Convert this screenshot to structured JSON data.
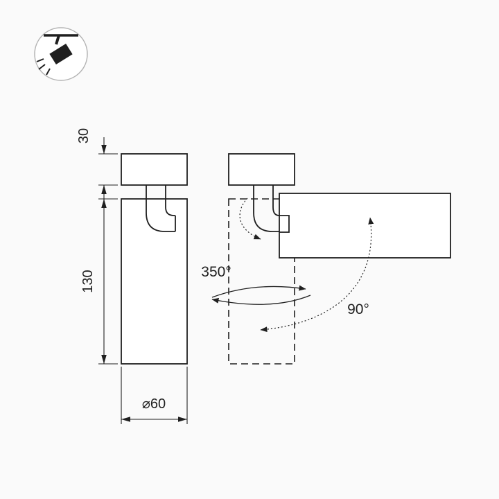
{
  "page": {
    "background": "#fafafa",
    "line_color": "#1f1f1f",
    "icon_circle_color": "#b3b3b3"
  },
  "badge": {
    "icon": "track-spotlight-icon"
  },
  "front_view": {
    "labels": {
      "base_height": "30",
      "body_height": "130",
      "diameter": "⌀60"
    }
  },
  "rotation_view": {
    "labels": {
      "pan_angle": "350°",
      "tilt_angle": "90°"
    }
  }
}
